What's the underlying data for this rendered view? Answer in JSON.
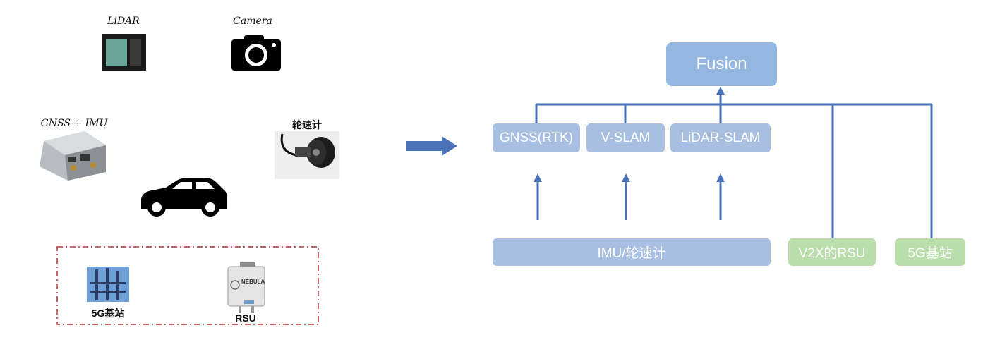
{
  "sensors": {
    "lidar_label": "LiDAR",
    "camera_label": "Camera",
    "gnss_imu_label": "GNSS + IMU",
    "wheel_label": "轮速计",
    "base_station_label": "5G基站",
    "rsu_label": "RSU",
    "rsu_device_text": "NEBULA"
  },
  "flow": {
    "fusion": "Fusion",
    "gnss_rtk": "GNSS(RTK)",
    "vslam": "V-SLAM",
    "lidar_slam": "LiDAR-SLAM",
    "imu_wheel": "IMU/轮速计",
    "v2x_rsu": "V2X的RSU",
    "base_5g": "5G基站"
  },
  "colors": {
    "line_blue": "#4a72b8",
    "box_blue": "#a9bfe1",
    "box_green": "#b9ddab",
    "dashed_border": "#b03030"
  }
}
